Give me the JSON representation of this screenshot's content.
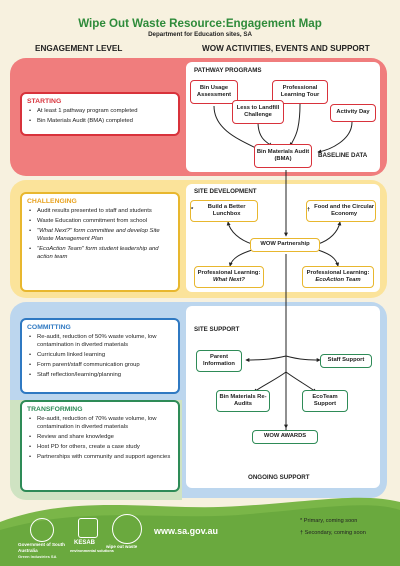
{
  "header": {
    "title": "Wipe Out Waste Resource:Engagement Map",
    "subtitle": "Department for Education sites, SA",
    "col_left": "ENGAGEMENT LEVEL",
    "col_right": "WOW ACTIVITIES, EVENTS AND SUPPORT"
  },
  "levels": {
    "starting": {
      "title": "STARTING",
      "color": "#d8323b",
      "items": [
        "At least 1 pathway program completed",
        "Bin Materials Audit (BMA) completed"
      ]
    },
    "challenging": {
      "title": "CHALLENGING",
      "color": "#e8b72e",
      "items": [
        "Audit results presented to staff and students",
        "Waste Education commitment from school",
        "\"What Next?\" form committee and develop Site Waste Management Plan",
        "\"EcoAction Team\" form student leadership and action team"
      ]
    },
    "committing": {
      "title": "COMMITTING",
      "color": "#2f79c2",
      "items": [
        "Re-audit, reduction of 50% waste volume, low contamination in diverted materials",
        "Curriculum linked learning",
        "Form parent/staff communication group",
        "Staff reflection/learning/planning"
      ]
    },
    "transforming": {
      "title": "TRANSFORMING",
      "color": "#2e8b57",
      "items": [
        "Re-audit, reduction of 70% waste volume, low contamination in diverted materials",
        "Review and share knowledge",
        "Host PD for others, create a case study",
        "Partnerships with community and support agencies"
      ]
    }
  },
  "pathway": {
    "title": "PATHWAY PROGRAMS",
    "bin_usage": "Bin Usage Assessment",
    "prof_tour": "Professional Learning Tour",
    "landfill": "Less to Landfill Challenge",
    "activity_day": "Activity Day",
    "bma": "Bin Materials Audit (BMA)",
    "baseline": "BASELINE DATA"
  },
  "site_dev": {
    "title": "SITE DEVELOPMENT",
    "lunchbox_mark": "*",
    "lunchbox": "Build a Better Lunchbox",
    "food_mark": "†",
    "food": "Food and the Circular Economy",
    "partnership": "WOW Partnership",
    "pl1_label": "Professional Learning:",
    "pl1_sub": "What Next?",
    "pl2_label": "Professional Learning:",
    "pl2_sub": "EcoAction Team"
  },
  "site_support": {
    "title": "SITE SUPPORT",
    "parent": "Parent Information",
    "staff": "Staff Support",
    "reaudit": "Bin Materials Re-Audits",
    "ecoteam": "EcoTeam Support",
    "awards": "WOW AWARDS",
    "ongoing": "ONGOING SUPPORT"
  },
  "legend": {
    "primary": "* Primary, coming soon",
    "secondary": "† Secondary, coming soon"
  },
  "footer": {
    "gov": "Government of South Australia",
    "gov_sub": "Green Industries SA",
    "kesab": "KESAB",
    "kesab_sub": "environmental solutions",
    "education": "wipe out waste",
    "url": "www.sa.gov.au"
  }
}
